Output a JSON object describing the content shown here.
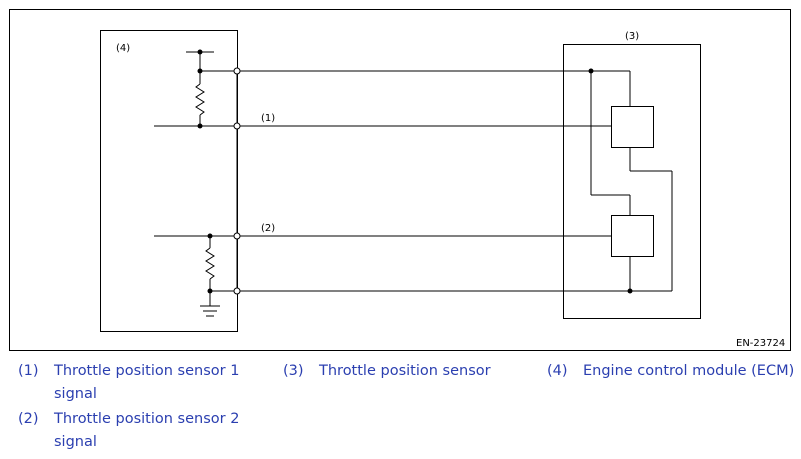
{
  "diagram": {
    "labels": {
      "ecm_label": "(4)",
      "sensor_label": "(3)",
      "signal1_label": "(1)",
      "signal2_label": "(2)",
      "figure_code": "EN-23724"
    }
  },
  "legend": [
    {
      "num": "(1)",
      "text": "Throttle position sensor 1 signal"
    },
    {
      "num": "(2)",
      "text": "Throttle position sensor 2 signal"
    },
    {
      "num": "(3)",
      "text": "Throttle position sensor"
    },
    {
      "num": "(4)",
      "text": "Engine control module (ECM)"
    }
  ],
  "colors": {
    "legend_text": "#2b3fb0",
    "line": "#000000"
  }
}
